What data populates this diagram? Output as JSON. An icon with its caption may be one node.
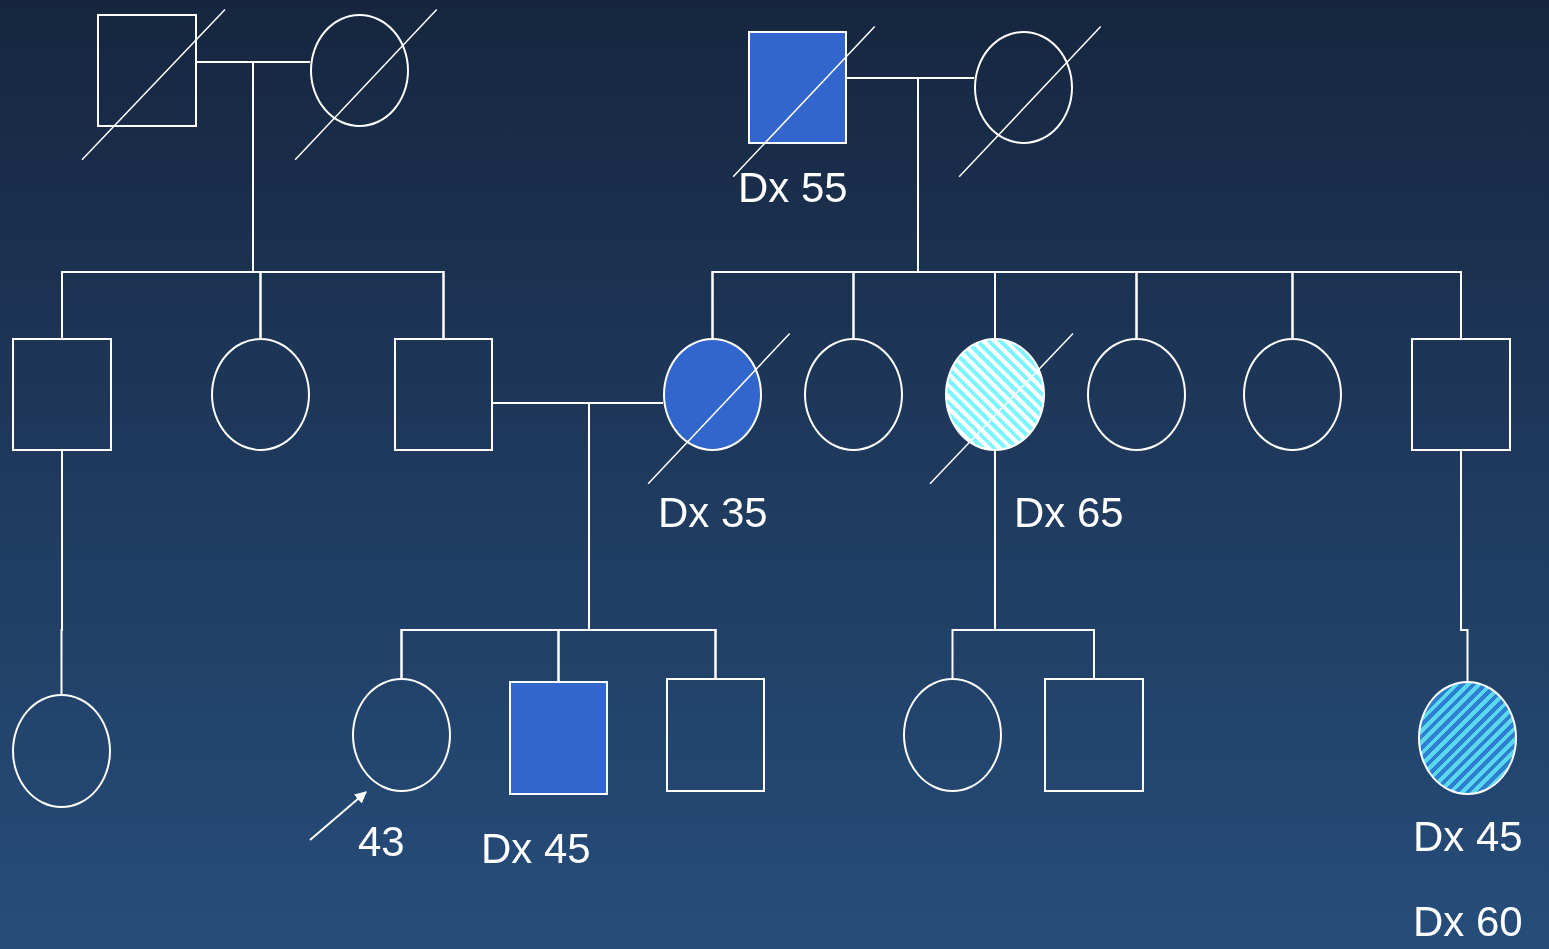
{
  "diagram": {
    "nodes": [
      {
        "text": [],
        "shape": "box"
      },
      {
        "text": [],
        "shape": "circle"
      },
      {
        "text": [],
        "shape": "box",
        "beside": [
          "Dx 55"
        ]
      },
      {
        "text": [],
        "shape": "circle"
      },
      {
        "text": [],
        "shape": "box"
      },
      {
        "text": [],
        "shape": "circle"
      },
      {
        "text": [],
        "shape": "box"
      },
      {
        "text": [],
        "shape": "circle",
        "beside": [
          "Dx 35"
        ]
      },
      {
        "text": [],
        "shape": "circle"
      },
      {
        "text": [],
        "shape": "circle",
        "beside": [
          "Dx 65"
        ]
      },
      {
        "text": [],
        "shape": "circle"
      },
      {
        "text": [],
        "shape": "circle"
      },
      {
        "text": [],
        "shape": "box"
      },
      {
        "text": [],
        "shape": "circle"
      },
      {
        "text": [],
        "shape": "circle",
        "beside": [
          "43"
        ]
      },
      {
        "text": [],
        "shape": "box",
        "beside": [
          "Dx 45"
        ]
      },
      {
        "text": [],
        "shape": "box"
      },
      {
        "text": [],
        "shape": "circle"
      },
      {
        "text": [],
        "shape": "box"
      },
      {
        "text": [],
        "shape": "circle",
        "beside": [
          "Dx 45",
          "Dx 60"
        ]
      }
    ],
    "edges": [
      {
        "from": 0,
        "to": 1,
        "arrow": "none"
      },
      {
        "from": 2,
        "to": 3,
        "arrow": "none"
      },
      {
        "from": 6,
        "to": 7,
        "arrow": "none"
      },
      {
        "from": 0,
        "to": 4,
        "arrow": "none"
      },
      {
        "from": 1,
        "to": 4,
        "arrow": "none"
      },
      {
        "from": 0,
        "to": 5,
        "arrow": "none"
      },
      {
        "from": 1,
        "to": 5,
        "arrow": "none"
      },
      {
        "from": 0,
        "to": 6,
        "arrow": "none"
      },
      {
        "from": 1,
        "to": 6,
        "arrow": "none"
      },
      {
        "from": 2,
        "to": 7,
        "arrow": "none"
      },
      {
        "from": 3,
        "to": 7,
        "arrow": "none"
      },
      {
        "from": 2,
        "to": 8,
        "arrow": "none"
      },
      {
        "from": 3,
        "to": 8,
        "arrow": "none"
      },
      {
        "from": 2,
        "to": 9,
        "arrow": "none"
      },
      {
        "from": 3,
        "to": 9,
        "arrow": "none"
      },
      {
        "from": 2,
        "to": 10,
        "arrow": "none"
      },
      {
        "from": 3,
        "to": 10,
        "arrow": "none"
      },
      {
        "from": 2,
        "to": 11,
        "arrow": "none"
      },
      {
        "from": 3,
        "to": 11,
        "arrow": "none"
      },
      {
        "from": 2,
        "to": 12,
        "arrow": "none"
      },
      {
        "from": 3,
        "to": 12,
        "arrow": "none"
      },
      {
        "from": 6,
        "to": 14,
        "arrow": "none"
      },
      {
        "from": 7,
        "to": 14,
        "arrow": "none"
      },
      {
        "from": 6,
        "to": 15,
        "arrow": "none"
      },
      {
        "from": 7,
        "to": 15,
        "arrow": "none"
      },
      {
        "from": 6,
        "to": 16,
        "arrow": "none"
      },
      {
        "from": 7,
        "to": 16,
        "arrow": "none"
      },
      {
        "from": 9,
        "to": 17,
        "arrow": "none"
      },
      {
        "from": 9,
        "to": 18,
        "arrow": "none"
      },
      {
        "from": 4,
        "to": 13,
        "arrow": "none"
      },
      {
        "from": 12,
        "to": 19,
        "arrow": "none"
      },
      {
        "from": null,
        "to": 14,
        "arrow": "to"
      }
    ]
  }
}
